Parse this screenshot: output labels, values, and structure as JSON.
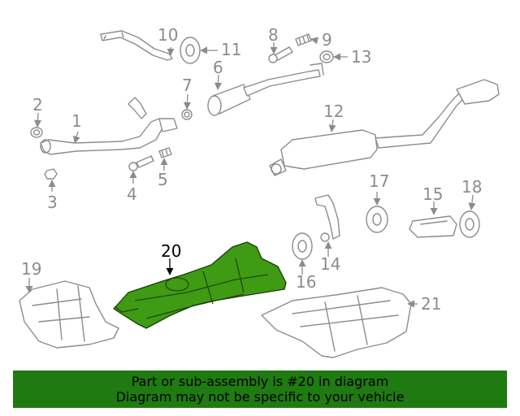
{
  "callouts": {
    "c1": "1",
    "c2": "2",
    "c3": "3",
    "c4": "4",
    "c5": "5",
    "c6": "6",
    "c7": "7",
    "c8": "8",
    "c9": "9",
    "c10": "10",
    "c11": "11",
    "c12": "12",
    "c13": "13",
    "c14": "14",
    "c15": "15",
    "c16": "16",
    "c17": "17",
    "c18": "18",
    "c19": "19",
    "c20": "20",
    "c21": "21"
  },
  "highlight": {
    "part": "20",
    "color": "#3f9a14"
  },
  "banner": {
    "line1": "Part or sub-assembly is #20 in diagram",
    "line2": "Diagram may not be specific to your vehicle",
    "background": "#1f7a11"
  }
}
